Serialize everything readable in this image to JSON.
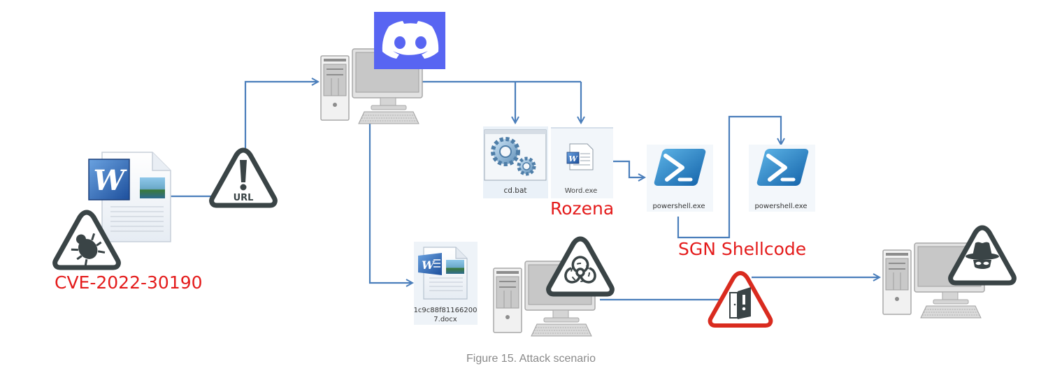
{
  "diagram": {
    "title": "Attack scenario",
    "caption": "Figure 15. Attack scenario",
    "colors": {
      "arrow": "#4a7ebb",
      "danger_label": "#e41b1b",
      "warning_sign": "#3a4446",
      "backdoor_sign": "#d92b1f",
      "discord": "#5865f2",
      "caption": "#8a8a8a"
    },
    "nodes": {
      "malicious_doc": {
        "icon": "word-document-icon",
        "badge": "bug-warning-icon",
        "label": "CVE-2022-30190"
      },
      "url_warning": {
        "icon": "warning-exclamation-icon",
        "text": "URL"
      },
      "victim_pc": {
        "icon": "desktop-computer-icon",
        "overlay": "discord-logo-icon"
      },
      "cd_bat": {
        "icon": "gears-icon",
        "label": "cd.bat"
      },
      "word_exe": {
        "icon": "word-exe-icon",
        "label": "Word.exe",
        "malware": "Rozena"
      },
      "powershell_1": {
        "icon": "powershell-icon",
        "label": "powershell.exe"
      },
      "powershell_2": {
        "icon": "powershell-icon",
        "label": "powershell.exe"
      },
      "shellcode": {
        "label": "SGN Shellcode"
      },
      "decoy_doc": {
        "icon": "word-docx-icon",
        "label_line1": "1c9c88f81166200",
        "label_line2": "7.docx"
      },
      "infected_pc": {
        "icon": "desktop-computer-icon",
        "badge": "biohazard-warning-icon"
      },
      "backdoor": {
        "icon": "backdoor-warning-icon"
      },
      "attacker_pc": {
        "icon": "desktop-computer-icon",
        "badge": "hacker-warning-icon"
      }
    }
  }
}
